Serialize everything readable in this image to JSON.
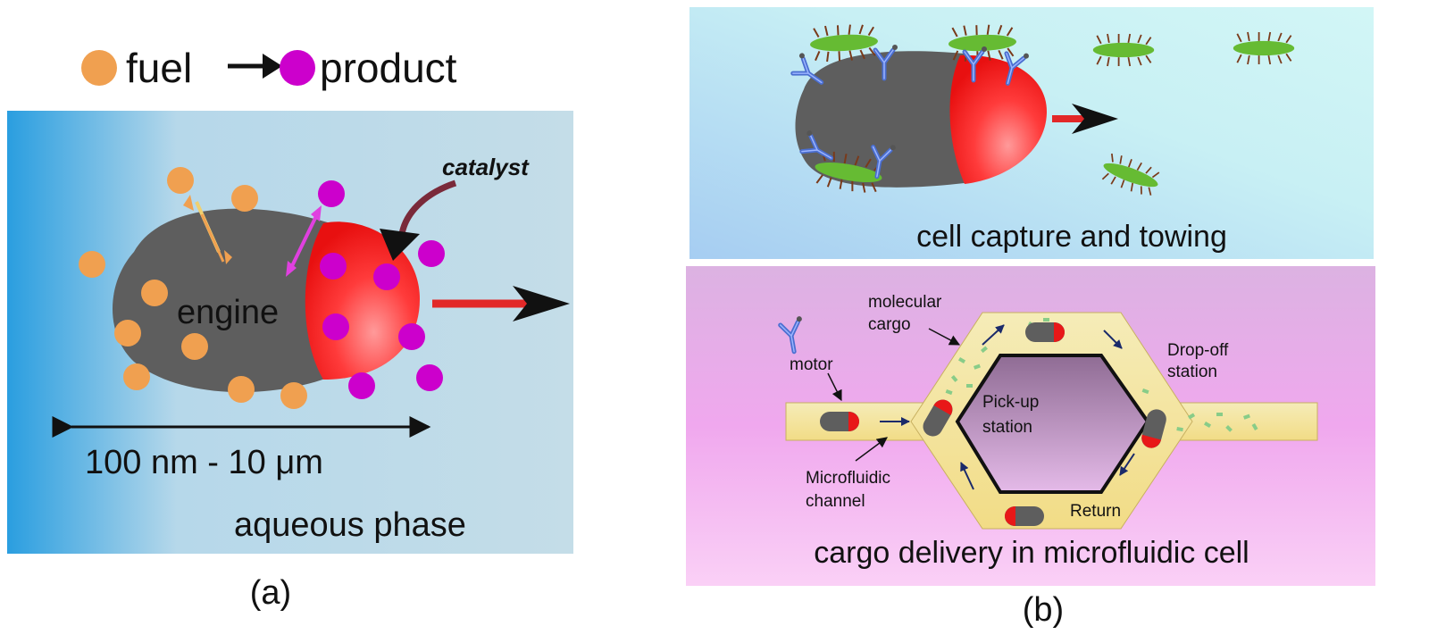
{
  "panel_a": {
    "legend_fuel": "fuel",
    "legend_product": "product",
    "catalyst_label": "catalyst",
    "engine_label": "engine",
    "size_label": "100 nm - 10 μm",
    "medium_label": "aqueous phase",
    "caption": "(a)",
    "colors": {
      "fuel": "#f0a050",
      "product": "#cc00cc",
      "engine": "#5e5e5e",
      "catalyst": "#ff3030"
    }
  },
  "panel_b_top": {
    "label": "cell capture and towing",
    "colors": {
      "cell": "#66bb33",
      "antibody": "#4466cc"
    }
  },
  "panel_b_bottom": {
    "label": "cargo delivery in microfluidic cell",
    "molecular_cargo": "molecular\ncargo",
    "motor": "motor",
    "microfluidic_channel": "Microfluidic\nchannel",
    "pickup_station": "Pick-up\nstation",
    "dropoff_station": "Drop-off\nstation",
    "return": "Return"
  },
  "caption_b": "(b)"
}
